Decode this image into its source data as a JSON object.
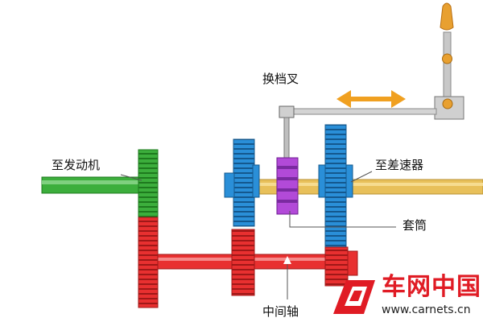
{
  "labels": {
    "shift_fork": "换档叉",
    "to_engine": "至发动机",
    "to_differential": "至差速器",
    "sleeve": "套筒",
    "countershaft": "中间轴"
  },
  "brand": {
    "name": "车网中国",
    "url": "www.carnets.cn"
  },
  "colors": {
    "input_shaft": "#3cae3c",
    "output_shaft": "#e8c05a",
    "countershaft": "#e02a2a",
    "driven_gear": "#2a8fd8",
    "sleeve": "#b24ad8",
    "arrow": "#f0a020",
    "lever": "#c8c8c8",
    "brand": "#e01b24"
  }
}
